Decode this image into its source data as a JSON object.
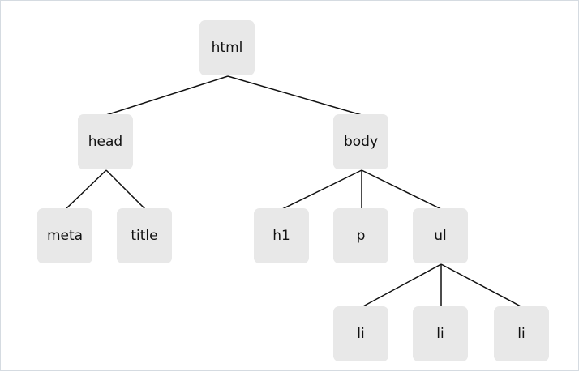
{
  "diagram": {
    "nodes": {
      "html": "html",
      "head": "head",
      "body": "body",
      "meta": "meta",
      "title": "title",
      "h1": "h1",
      "p": "p",
      "ul": "ul",
      "li1": "li",
      "li2": "li",
      "li3": "li"
    },
    "edges": [
      [
        "html",
        "head"
      ],
      [
        "html",
        "body"
      ],
      [
        "head",
        "meta"
      ],
      [
        "head",
        "title"
      ],
      [
        "body",
        "h1"
      ],
      [
        "body",
        "p"
      ],
      [
        "body",
        "ul"
      ],
      [
        "ul",
        "li1"
      ],
      [
        "ul",
        "li2"
      ],
      [
        "ul",
        "li3"
      ]
    ],
    "colors": {
      "node_fill": "#e8e8e8",
      "edge": "#111111",
      "border": "#d5dbe1"
    }
  }
}
